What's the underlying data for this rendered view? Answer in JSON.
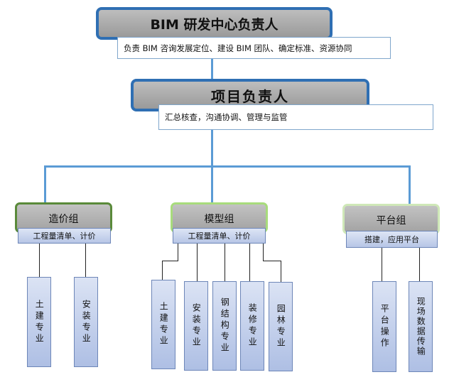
{
  "colors": {
    "connector": "#5b9bd5",
    "head_border": "#2f6fb3",
    "group_border_dark_green": "#5a8a3a",
    "group_border_light_green": "#a8dc7c",
    "group_border_pale_green": "#cfe8b8"
  },
  "top": {
    "title": "BIM 研发中心负责人",
    "desc": "负责 BIM 咨询发展定位、建设 BIM 团队、确定标准、资源协同"
  },
  "project": {
    "title": "项目负责人",
    "desc": "汇总核查，沟通协调、管理与监管"
  },
  "groups": {
    "cost": {
      "title": "造价组",
      "task": "工程量清单、计价",
      "leaves": [
        "土建专业",
        "安装专业"
      ]
    },
    "model": {
      "title": "模型组",
      "task": "工程量清单、计价",
      "leaves": [
        "土建专业",
        "安装专业",
        "钢结构专业",
        "装修专业",
        "园林专业"
      ]
    },
    "platform": {
      "title": "平台组",
      "task": "搭建，应用平台",
      "leaves": [
        "平台操作",
        "现场数据传输"
      ]
    }
  }
}
